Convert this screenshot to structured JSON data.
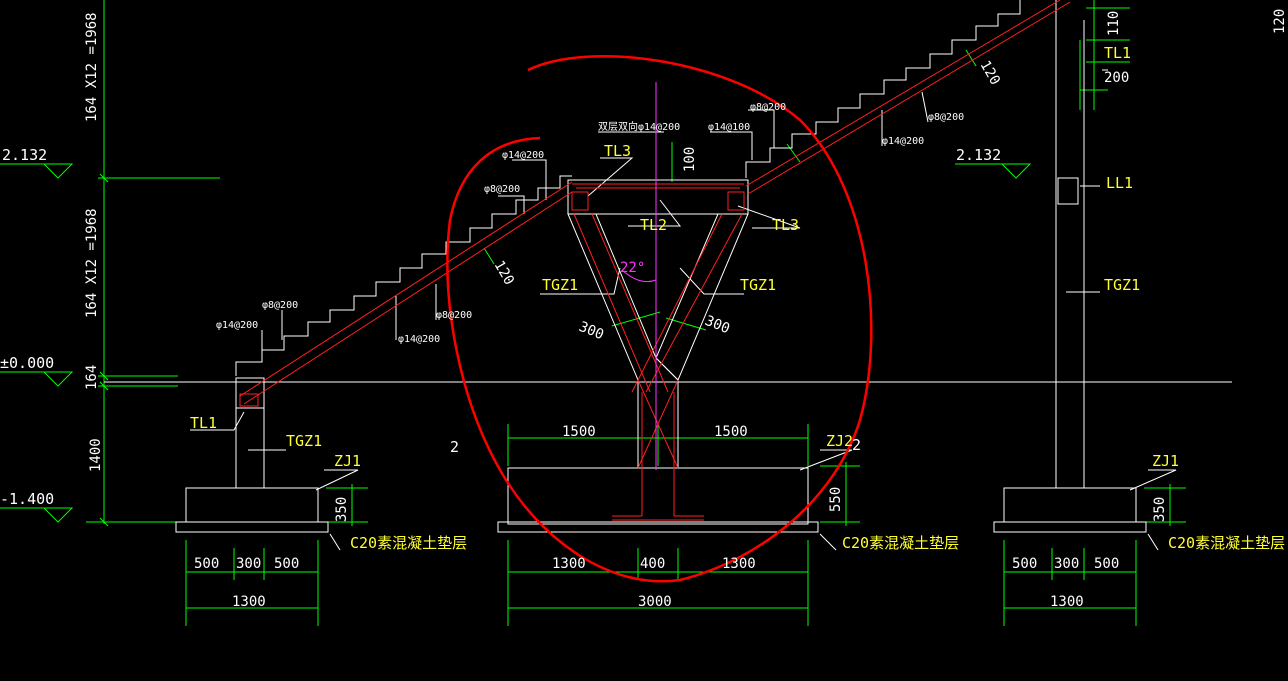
{
  "colors": {
    "background": "#000000",
    "outline": "#ffffff",
    "dimension": "#00ff00",
    "rebar": "#ff2020",
    "markup": "#ff0000",
    "note": "#ffff33",
    "angle": "#ff33ff"
  },
  "members": {
    "tl1_left": "TL1",
    "tl1_right": "TL1",
    "tl2": "TL2",
    "tl3_left": "TL3",
    "tl3_right": "TL3",
    "tgz1_left": "TGZ1",
    "tgz1_vl": "TGZ1",
    "tgz1_vr": "TGZ1",
    "tgz1_right": "TGZ1",
    "ll1": "LL1",
    "zj1_left": "ZJ1",
    "zj2": "ZJ2",
    "zj1_right": "ZJ1"
  },
  "elevations": {
    "e2132_left": "2.132",
    "e2132_right": "2.132",
    "e0": "±0.000",
    "em1400": "-1.400"
  },
  "rebar_notes": {
    "n1": "φ14@200",
    "n2": "φ8@200",
    "n3": "φ14@200",
    "n4": "φ8@200",
    "n5": "双层双向φ14@200",
    "n6": "φ14@100",
    "n7": "φ8@200",
    "n8": "φ8@200",
    "n9": "φ14@200",
    "n10": "φ8@200",
    "n11": "φ14@200"
  },
  "cushion": {
    "left": "C20素混凝土垫层",
    "mid": "C20素混凝土垫层",
    "right": "C20素混凝土垫层"
  },
  "dims": {
    "stair_top": "164 X12 =1968",
    "stair_mid": "164 X12 =1968",
    "d164": "164",
    "d1400": "1400",
    "slab_l": "120",
    "slab_r": "120",
    "d100": "100",
    "d300_l": "300",
    "d300_r": "300",
    "d1500_l": "1500",
    "d1500_r": "1500",
    "d550": "550",
    "d350_l": "350",
    "d350_r": "350",
    "d110": "110",
    "d200": "200",
    "d120_corner": "120",
    "f_left": [
      "500",
      "300",
      "500",
      "1300"
    ],
    "f_mid": [
      "1300",
      "400",
      "1300",
      "3000"
    ],
    "f_right": [
      "500",
      "300",
      "500",
      "1300"
    ]
  },
  "angle": "22°",
  "section_marks": [
    "2",
    "2"
  ]
}
